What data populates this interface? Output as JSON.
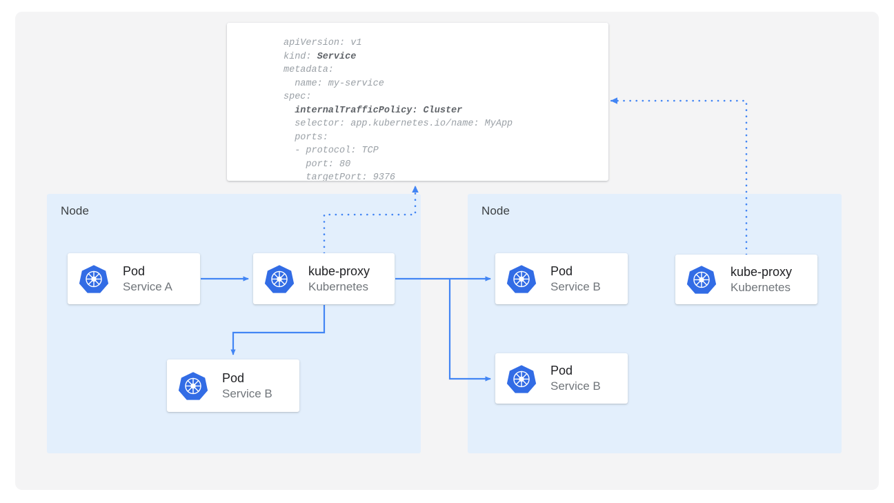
{
  "diagram": {
    "title": "Kubernetes Service internalTrafficPolicy Cluster traffic routing",
    "colors": {
      "page_background": "#ffffff",
      "panel_background": "#f4f4f5",
      "node_background": "#e3effc",
      "card_background": "#ffffff",
      "arrow_blue": "#4285f4",
      "kubernetes_blue": "#326ce5",
      "title_text": "#202124",
      "subtitle_text": "#70757a",
      "code_text": "#9aa0a6",
      "code_bold_text": "#5f6368"
    }
  },
  "spec_box": {
    "name": "service-yaml-spec",
    "language": "yaml",
    "lines": [
      {
        "text": "apiVersion: v1",
        "bold": false
      },
      {
        "text": "kind: ",
        "bold_suffix": "Service"
      },
      {
        "text": "metadata:",
        "bold": false
      },
      {
        "text": "  name: my-service",
        "bold": false
      },
      {
        "text": "spec:",
        "bold": false
      },
      {
        "text": "  internalTrafficPolicy: Cluster",
        "bold": true
      },
      {
        "text": "  selector: app.kubernetes.io/name: MyApp",
        "bold": false
      },
      {
        "text": "  ports:",
        "bold": false
      },
      {
        "text": "  - protocol: TCP",
        "bold": false
      },
      {
        "text": "    port: 80",
        "bold": false
      },
      {
        "text": "    targetPort: 9376",
        "bold": false
      }
    ],
    "fields": {
      "apiVersion": "v1",
      "kind": "Service",
      "metadata_name": "my-service",
      "internalTrafficPolicy": "Cluster",
      "selector": "app.kubernetes.io/name: MyApp",
      "protocol": "TCP",
      "port": "80",
      "targetPort": "9376"
    }
  },
  "nodes": [
    {
      "id": "node-left",
      "label": "Node"
    },
    {
      "id": "node-right",
      "label": "Node"
    }
  ],
  "cards": {
    "pod_a": {
      "title": "Pod",
      "subtitle": "Service A",
      "icon": "kubernetes-icon"
    },
    "kube_left": {
      "title": "kube-proxy",
      "subtitle": "Kubernetes",
      "icon": "kubernetes-icon"
    },
    "pod_b_left": {
      "title": "Pod",
      "subtitle": "Service B",
      "icon": "kubernetes-icon"
    },
    "pod_b_right1": {
      "title": "Pod",
      "subtitle": "Service B",
      "icon": "kubernetes-icon"
    },
    "pod_b_right2": {
      "title": "Pod",
      "subtitle": "Service B",
      "icon": "kubernetes-icon"
    },
    "kube_right": {
      "title": "kube-proxy",
      "subtitle": "Kubernetes",
      "icon": "kubernetes-icon"
    }
  },
  "connectors": [
    {
      "name": "pod-a-to-kube-proxy",
      "style": "solid",
      "from": "pod_a",
      "to": "kube_left"
    },
    {
      "name": "kube-proxy-to-pod-b-left",
      "style": "solid",
      "from": "kube_left",
      "to": "pod_b_left"
    },
    {
      "name": "kube-proxy-to-pod-b-right-1",
      "style": "solid",
      "from": "kube_left",
      "to": "pod_b_right1"
    },
    {
      "name": "kube-proxy-to-pod-b-right-2",
      "style": "solid",
      "from": "kube_left",
      "to": "pod_b_right2"
    },
    {
      "name": "kube-proxy-left-to-service-spec",
      "style": "dotted",
      "from": "kube_left",
      "to": "spec_box"
    },
    {
      "name": "kube-proxy-right-to-service-spec",
      "style": "dotted",
      "from": "kube_right",
      "to": "spec_box"
    }
  ]
}
